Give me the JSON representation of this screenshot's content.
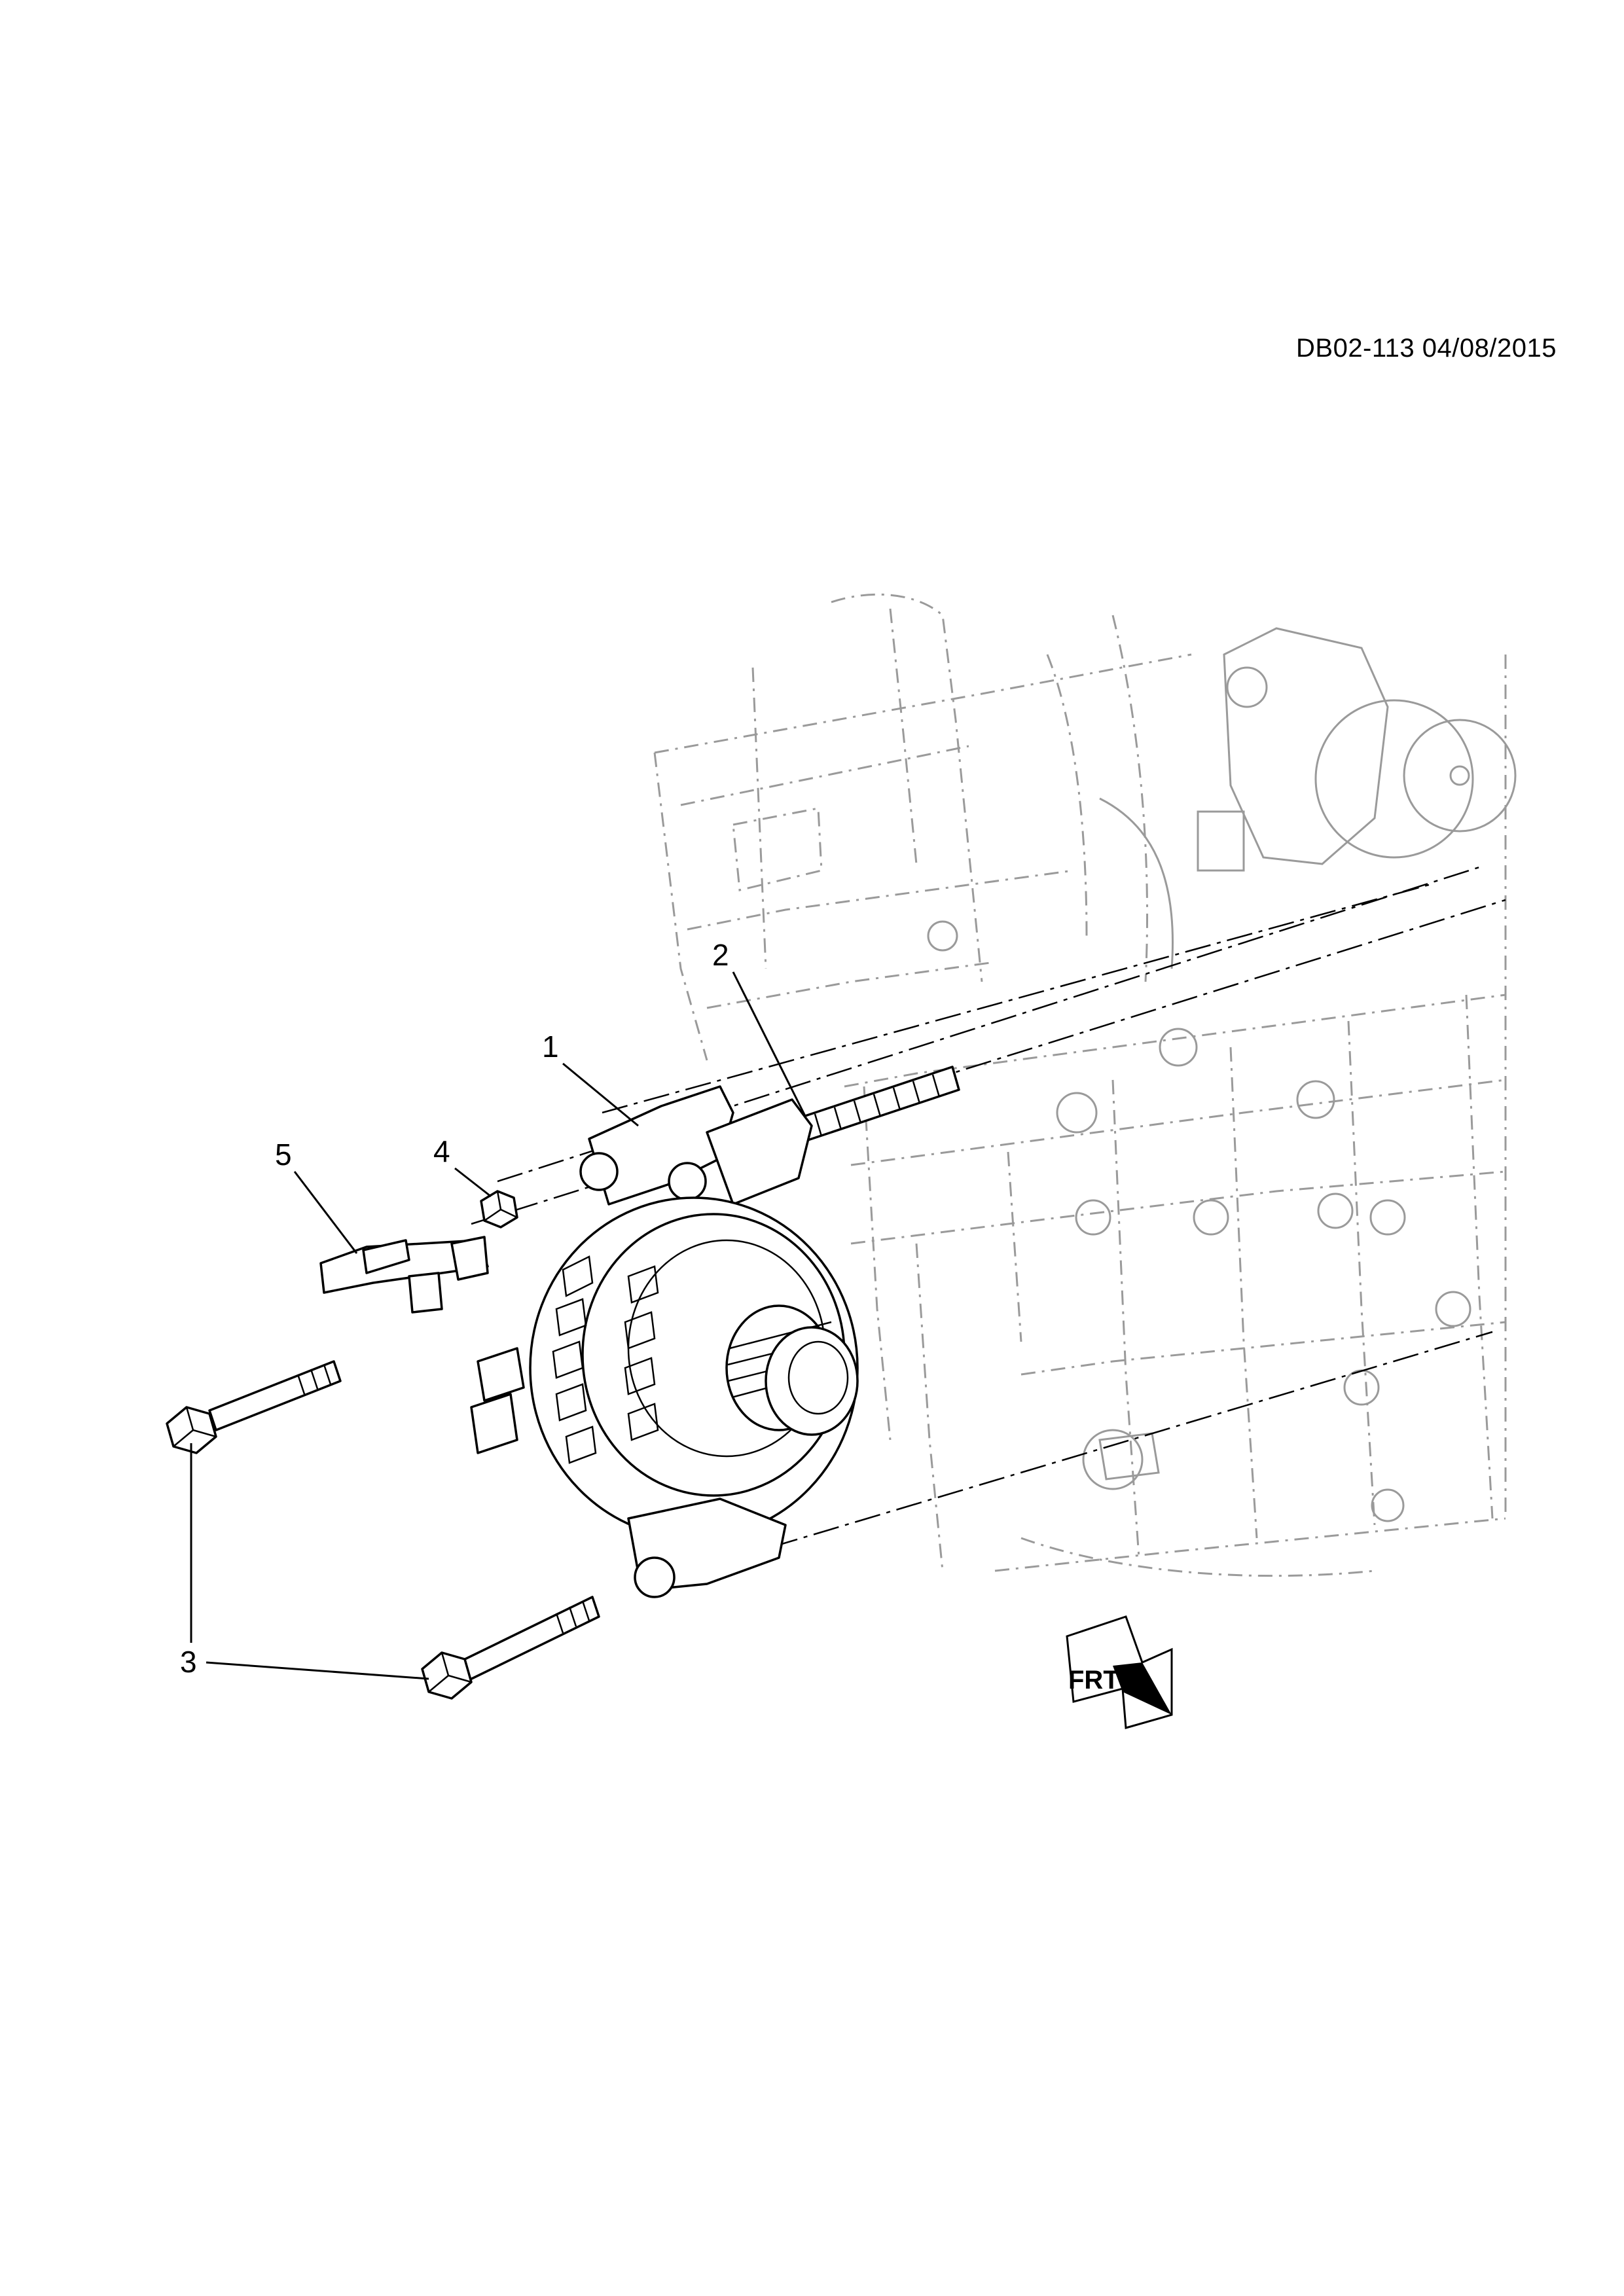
{
  "document_id": "DB02-113 04/08/2015",
  "callouts": [
    "1",
    "2",
    "3",
    "4",
    "5"
  ],
  "orientation_arrow": {
    "label": "FRT"
  }
}
